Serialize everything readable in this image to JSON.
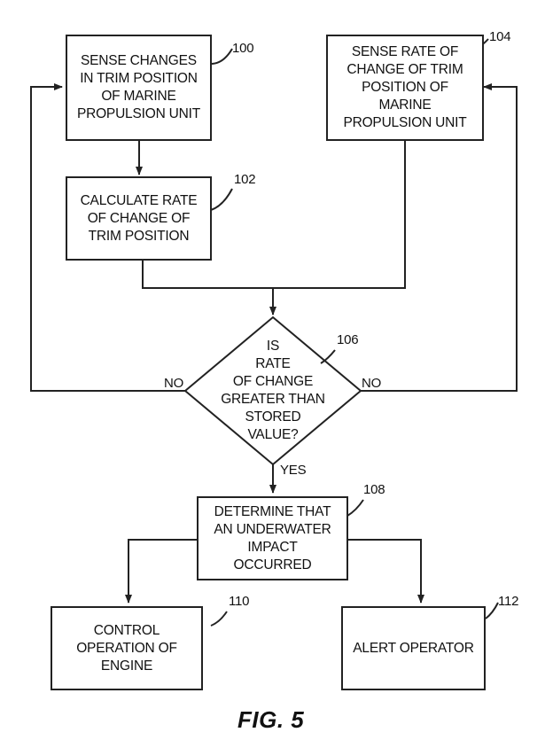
{
  "steps": {
    "s100": {
      "text": "SENSE CHANGES\nIN TRIM POSITION\nOF MARINE\nPROPULSION UNIT",
      "ref": "100"
    },
    "s102": {
      "text": "CALCULATE RATE\nOF CHANGE OF\nTRIM POSITION",
      "ref": "102"
    },
    "s104": {
      "text": "SENSE RATE OF\nCHANGE OF TRIM\nPOSITION OF\nMARINE\nPROPULSION UNIT",
      "ref": "104"
    },
    "s106": {
      "text": "IS\nRATE\nOF CHANGE\nGREATER THAN\nSTORED\nVALUE?",
      "ref": "106"
    },
    "s108": {
      "text": "DETERMINE THAT\nAN UNDERWATER\nIMPACT\nOCCURRED",
      "ref": "108"
    },
    "s110": {
      "text": "CONTROL\nOPERATION OF\nENGINE",
      "ref": "110"
    },
    "s112": {
      "text": "ALERT OPERATOR",
      "ref": "112"
    }
  },
  "labels": {
    "no_left": "NO",
    "no_right": "NO",
    "yes": "YES"
  },
  "figure": "FIG. 5"
}
